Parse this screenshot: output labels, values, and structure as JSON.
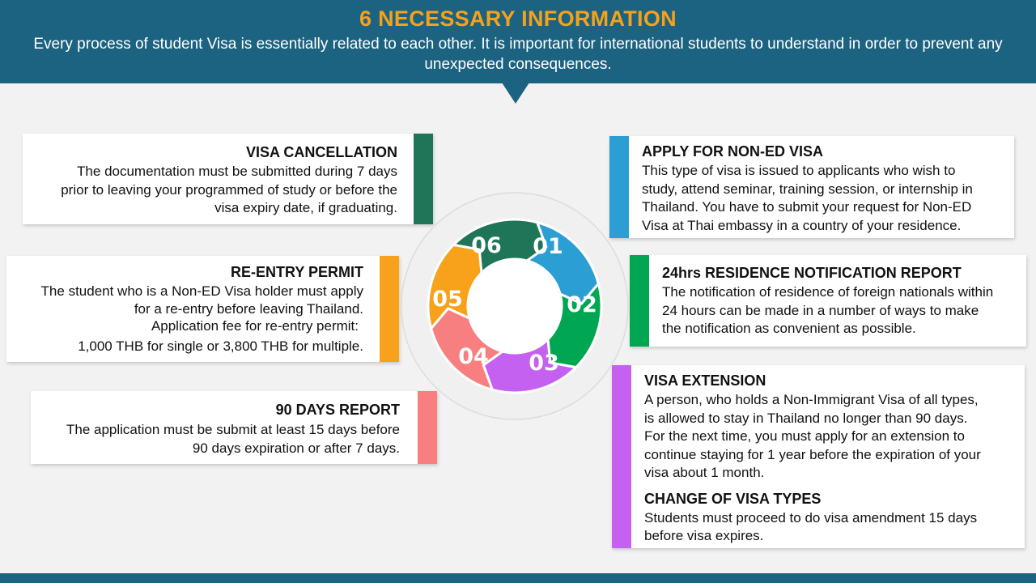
{
  "header": {
    "title": "6 NECESSARY INFORMATION",
    "subtitle": "Every process of student Visa is essentially related to each other. It is important for international students to understand in order to prevent any unexpected consequences."
  },
  "colors": {
    "header_bg": "#1c6281",
    "title_orange": "#f5a21a",
    "seg01": "#2b9fd3",
    "seg02": "#00a651",
    "seg03": "#c561f0",
    "seg04": "#f77f7f",
    "seg05": "#f8a11b",
    "seg06": "#1e7558"
  },
  "cards": {
    "visa_cancellation": {
      "heading": "VISA CANCELLATION",
      "lines": [
        "The documentation must be submitted during 7 days",
        "prior to leaving your programmed of study or before the",
        "visa expiry date, if graduating."
      ]
    },
    "re_entry": {
      "heading": "RE-ENTRY PERMIT",
      "lines": [
        "The student who is a Non-ED Visa holder must apply",
        "for a re-entry before leaving Thailand.",
        "Application fee for re-entry permit:",
        "1,000 THB for single or 3,800 THB for multiple."
      ]
    },
    "ninety_days": {
      "heading": "90 DAYS REPORT",
      "lines": [
        "The application must be submit at least 15 days before",
        "90 days expiration or after 7 days."
      ]
    },
    "apply_non_ed": {
      "heading": "APPLY FOR NON-ED VISA",
      "lines": [
        "This type of visa is issued to applicants who wish to",
        "study, attend seminar, training session, or internship in",
        "Thailand. You have to submit your request for Non-ED",
        "Visa at Thai embassy in a country of your residence."
      ]
    },
    "residence": {
      "heading": "24hrs RESIDENCE NOTIFICATION REPORT",
      "lines": [
        "The notification of residence of foreign nationals within",
        "24 hours can be made in a number of ways to make",
        "the notification as convenient as possible."
      ]
    },
    "visa_extension": {
      "heading": "VISA EXTENSION",
      "lines": [
        "A person, who holds a Non-Immigrant Visa of all types,",
        "is allowed to stay in Thailand no longer than 90 days.",
        "For the next time, you must apply for an extension to",
        "continue staying for 1 year before the expiration of your",
        "visa about 1 month."
      ],
      "heading2": "CHANGE OF VISA TYPES",
      "lines2": [
        "Students must proceed to do visa amendment 15 days",
        "before visa expires."
      ]
    }
  },
  "cycle": {
    "labels": [
      "01",
      "02",
      "03",
      "04",
      "05",
      "06"
    ]
  }
}
